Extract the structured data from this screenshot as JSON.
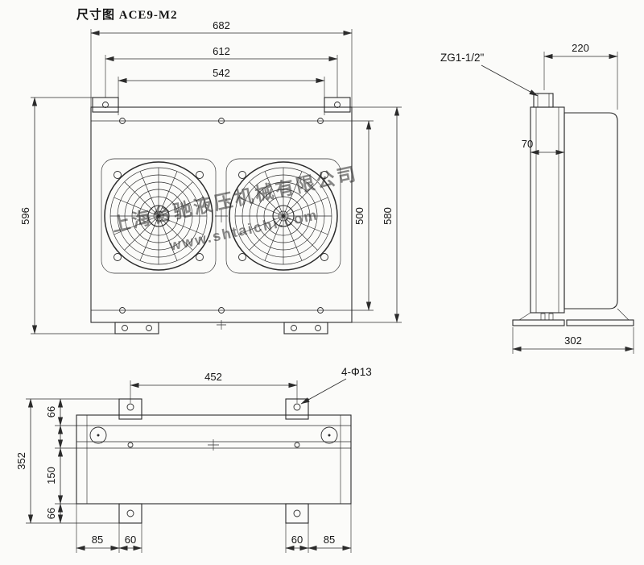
{
  "title": "尺寸图 ACE9-M2",
  "colors": {
    "ink": "#2b2b2b",
    "paper": "#fbfbf9",
    "watermark": "#3a56c5"
  },
  "watermark": {
    "line1": "上海台驰液压机械有限公司",
    "line2": "www.shtaichi.com",
    "color": "#3a56c5"
  },
  "front_view": {
    "dim_682": "682",
    "dim_612": "612",
    "dim_542": "542",
    "dim_596": "596",
    "dim_500": "500",
    "dim_580": "580"
  },
  "side_view": {
    "port_label": "ZG1-1/2\"",
    "dim_220": "220",
    "dim_70": "70",
    "dim_302": "302"
  },
  "bottom_view": {
    "hole_label": "4-Φ13",
    "dim_452": "452",
    "dim_66_top": "66",
    "dim_150": "150",
    "dim_66_bottom": "66",
    "dim_352": "352",
    "dim_85_left": "85",
    "dim_60_left": "60",
    "dim_60_right": "60",
    "dim_85_right": "85"
  }
}
